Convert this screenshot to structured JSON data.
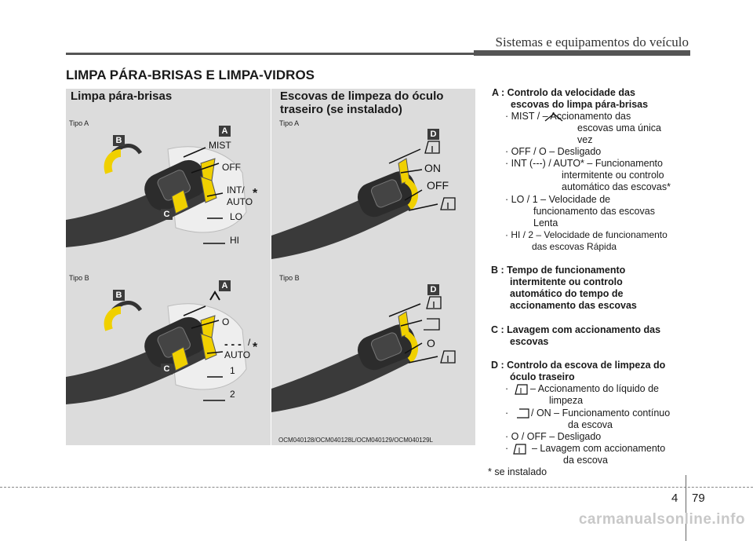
{
  "header": {
    "title": "Sistemas e equipamentos do veículo"
  },
  "section_title": "LIMPA PÁRA-BRISAS E LIMPA-VIDROS",
  "left_panel": {
    "heading": "Limpa pára-brisas",
    "tipo_a": "Tipo A",
    "tipo_b": "Tipo B",
    "a_labels": [
      "MIST",
      "OFF",
      "INT/",
      "AUTO",
      "LO",
      "HI"
    ],
    "b_labels": [
      "O",
      "/",
      "AUTO",
      "1",
      "2"
    ],
    "badges": [
      "A",
      "B",
      "C"
    ]
  },
  "right_panel": {
    "heading_line1": "Escovas de limpeza do óculo",
    "heading_line2": "traseiro (se instalado)",
    "tipo_a": "Tipo A",
    "tipo_b": "Tipo B",
    "a_labels": [
      "ON",
      "OFF"
    ],
    "b_labels": [
      "O"
    ],
    "badge": "D"
  },
  "caption": "OCM040128/OCM040128L/OCM040129/OCM040129L",
  "descriptions": {
    "a": {
      "title1": "A : Controlo da velocidade das",
      "title2": "escovas do limpa pára-brisas",
      "mist1": "· MIST /        – Accionamento das",
      "mist2": "escovas uma única",
      "mist3": "vez",
      "off": "· OFF / O – Desligado",
      "int1": "· INT (---) / AUTO* – Funcionamento",
      "int2": "intermitente ou controlo",
      "int3": "automático das escovas*",
      "lo1": "· LO / 1 – Velocidade de",
      "lo2": "funcionamento das escovas",
      "lo3": "Lenta",
      "hi1": "· HI / 2 – Velocidade de funcionamento",
      "hi2": "das escovas Rápida"
    },
    "b": {
      "l1": "B : Tempo de funcionamento",
      "l2": "intermitente ou controlo",
      "l3": "automático do tempo de",
      "l4": "accionamento das escovas"
    },
    "c": {
      "l1": "C : Lavagem com accionamento das",
      "l2": "escovas"
    },
    "d": {
      "l1": "D : Controlo da escova de limpeza do",
      "l2": "óculo traseiro",
      "fluid1": "– Accionamento do líquido de",
      "fluid2": "limpeza",
      "on1": "/ ON – Funcionamento contínuo",
      "on2": "da escova",
      "off": "· O / OFF – Desligado",
      "wash1": "– Lavagem  com  accionamento",
      "wash2": "da escova"
    },
    "footnote": "* se instalado"
  },
  "footer": {
    "chapter": "4",
    "page": "79"
  },
  "watermark": "carmanualsonline.info"
}
